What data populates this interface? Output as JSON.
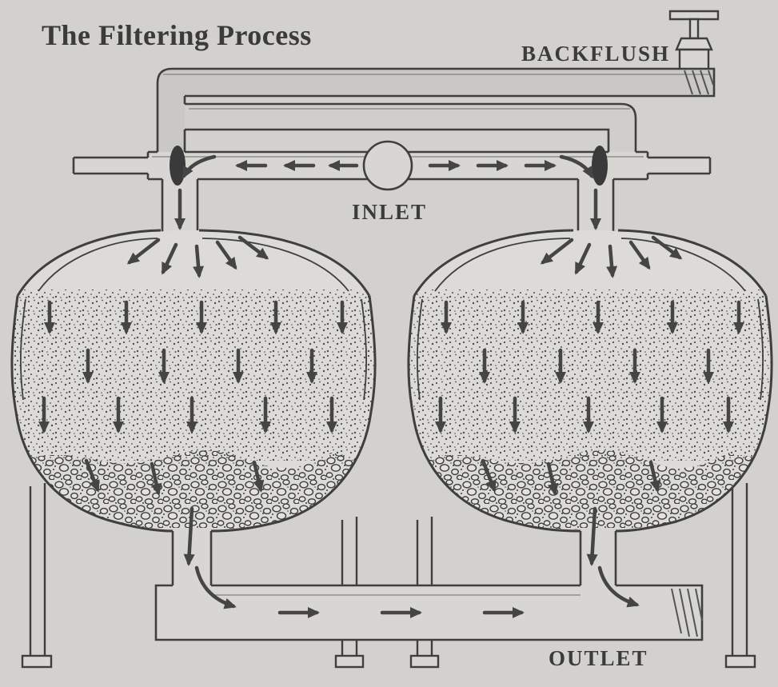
{
  "title": "The Filtering Process",
  "labels": {
    "backflush": "BACKFLUSH",
    "inlet": "INLET",
    "outlet": "OUTLET"
  },
  "colors": {
    "background": "#d2d1cd",
    "line": "#3f3f3f",
    "arrow": "#454545",
    "text": "#3b3b3b",
    "valve_disc": "#3a3a3a"
  },
  "diagram": {
    "type": "technical-illustration",
    "subject": "Dual-tank water filtering system",
    "components": [
      "backflush-valve",
      "backflush-pipe",
      "inlet-manifold",
      "inlet-valve",
      "left-filter-tank",
      "right-filter-tank",
      "fine-filter-media",
      "gravel-filter-media",
      "outlet-manifold"
    ],
    "flow_sequence": [
      "water enters at INLET valve",
      "splits toward both tank inlet tees",
      "flows down through fine media then gravel in each tank",
      "collects in bottom manifold",
      "exits at OUTLET"
    ]
  }
}
